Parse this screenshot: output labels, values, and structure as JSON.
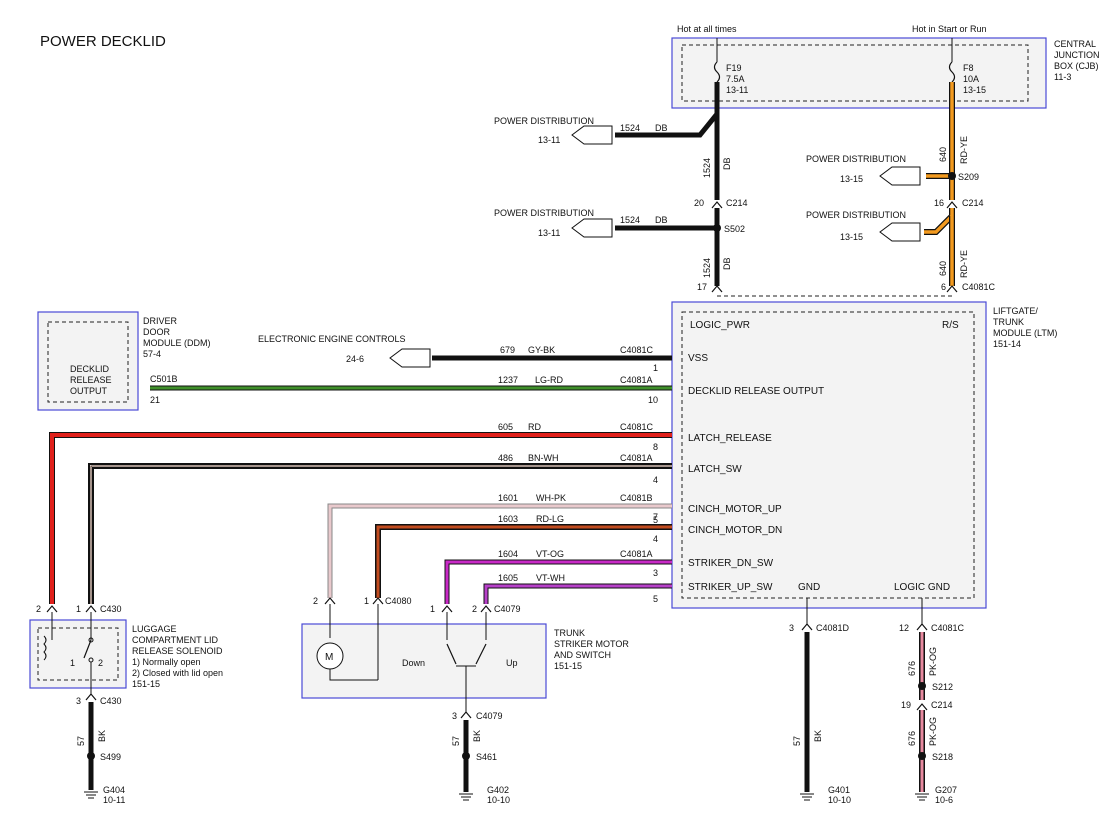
{
  "title": "POWER DECKLID",
  "colors": {
    "black": "#111111",
    "green_red": "#3f8f2a",
    "red": "#e0201b",
    "brown_white": "#4b2a1a",
    "white_pink": "#e9c9cc",
    "red_lightgreen": "#c24c1f",
    "violet_orange": "#c829c6",
    "violet_white": "#b740c9",
    "red_yellow": "#f39a1f",
    "pink_orange": "#e88aa0",
    "box_border": "#4a4ad6",
    "box_fill": "#f3f3f3"
  },
  "cjb": {
    "hot_at_all_times": "Hot at all times",
    "hot_in_start_run": "Hot in Start or Run",
    "label": [
      "CENTRAL",
      "JUNCTION",
      "BOX (CJB)",
      "11-3"
    ],
    "fuse1": [
      "F19",
      "7.5A",
      "13-11"
    ],
    "fuse2": [
      "F8",
      "10A",
      "13-15"
    ]
  },
  "power_dist": {
    "label": "POWER DISTRIBUTION",
    "p1_ref": "13-11",
    "p2_ref": "13-11",
    "p3_ref": "13-15",
    "p4_ref": "13-15"
  },
  "wires": {
    "w1524": "1524",
    "db": "DB",
    "w640": "640",
    "rd_ye": "RD-YE",
    "w679": "679",
    "gy_bk": "GY-BK",
    "w1237": "1237",
    "lg_rd": "LG-RD",
    "w605": "605",
    "rd": "RD",
    "w486": "486",
    "bn_wh": "BN-WH",
    "w1601": "1601",
    "wh_pk": "WH-PK",
    "w1603": "1603",
    "rd_lg": "RD-LG",
    "w1604": "1604",
    "vt_og": "VT-OG",
    "w1605": "1605",
    "vt_wh": "VT-WH",
    "w57": "57",
    "bk": "BK",
    "w676": "676",
    "pk_og": "PK-OG"
  },
  "connectors": {
    "c214": "C214",
    "c4081c": "C4081C",
    "c4081a": "C4081A",
    "c4081b": "C4081B",
    "c4081d": "C4081D",
    "c501b": "C501B",
    "c430": "C430",
    "c4080": "C4080",
    "c4079": "C4079",
    "s502": "S502",
    "s209": "S209",
    "s212": "S212",
    "s218": "S218",
    "s499": "S499",
    "s461": "S461",
    "g404": [
      "G404",
      "10-11"
    ],
    "g402": [
      "G402",
      "10-10"
    ],
    "g401": [
      "G401",
      "10-10"
    ],
    "g207": [
      "G207",
      "10-6"
    ]
  },
  "pins": {
    "p20": "20",
    "p17": "17",
    "p16": "16",
    "p6": "6",
    "p1": "1",
    "p10": "10",
    "p21": "21",
    "p8": "8",
    "p4": "4",
    "p7": "7",
    "p4b": "4",
    "p5": "5",
    "p3": "3",
    "p5b": "5",
    "p2": "2",
    "p1b": "1",
    "p3b": "3",
    "p12": "12",
    "p19": "19",
    "p2b": "2",
    "p1c": "1",
    "p2c": "2",
    "p1d": "1",
    "p3c": "3",
    "p3d": "3",
    "p1e": "1",
    "p2e": "2"
  },
  "ltm": {
    "label": [
      "LIFTGATE/",
      "TRUNK",
      "MODULE (LTM)",
      "151-14"
    ],
    "logic_pwr": "LOGIC_PWR",
    "rs": "R/S",
    "vss": "VSS",
    "decklid_release_output": "DECKLID RELEASE OUTPUT",
    "latch_release": "LATCH_RELEASE",
    "latch_sw": "LATCH_SW",
    "cinch_motor_up": "CINCH_MOTOR_UP",
    "cinch_motor_dn": "CINCH_MOTOR_DN",
    "striker_dn_sw": "STRIKER_DN_SW",
    "striker_up_sw": "STRIKER_UP_SW",
    "gnd": "GND",
    "logic_gnd": "LOGIC GND"
  },
  "ddm": {
    "label": [
      "DRIVER",
      "DOOR",
      "MODULE (DDM)",
      "57-4"
    ],
    "inner": [
      "DECKLID",
      "RELEASE",
      "OUTPUT"
    ]
  },
  "eec": {
    "label": "ELECTRONIC ENGINE CONTROLS",
    "ref": "24-6"
  },
  "solenoid": {
    "label": [
      "LUGGAGE",
      "COMPARTMENT LID",
      "RELEASE SOLENOID",
      "1) Normally open",
      "2) Closed with lid open",
      "151-15"
    ],
    "n1": "1",
    "n2": "2"
  },
  "striker": {
    "label": [
      "TRUNK",
      "STRIKER MOTOR",
      "AND SWITCH",
      "151-15"
    ],
    "motor": "M",
    "down": "Down",
    "up": "Up"
  }
}
